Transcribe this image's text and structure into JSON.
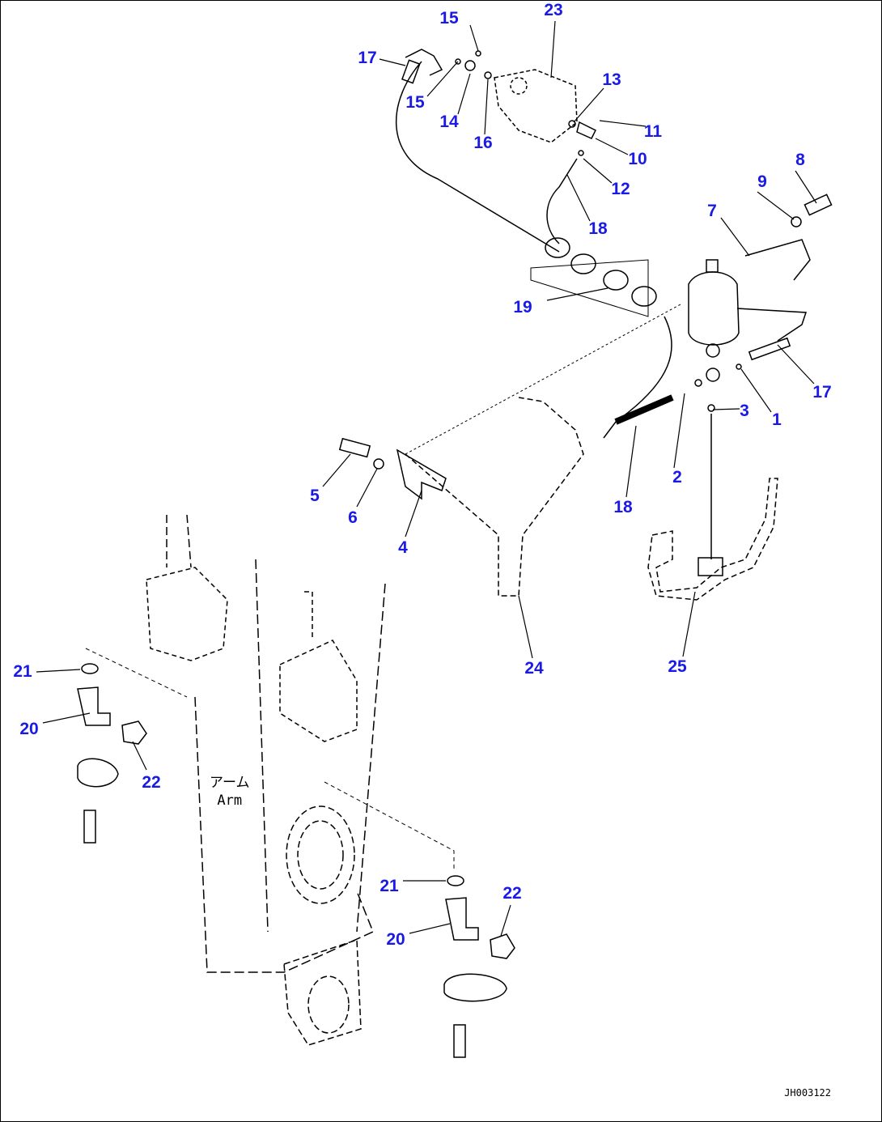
{
  "callouts": [
    "1",
    "2",
    "3",
    "4",
    "5",
    "6",
    "7",
    "8",
    "9",
    "10",
    "11",
    "12",
    "13",
    "14",
    "15",
    "15",
    "16",
    "17",
    "17",
    "18",
    "18",
    "19",
    "20",
    "20",
    "21",
    "21",
    "22",
    "22",
    "23",
    "24",
    "25"
  ],
  "arm_label": {
    "jp": "アーム",
    "en": "Arm"
  },
  "drawing_code": "JH003122",
  "colors": {
    "callout": "#1a1ae6",
    "lines": "#000000"
  }
}
